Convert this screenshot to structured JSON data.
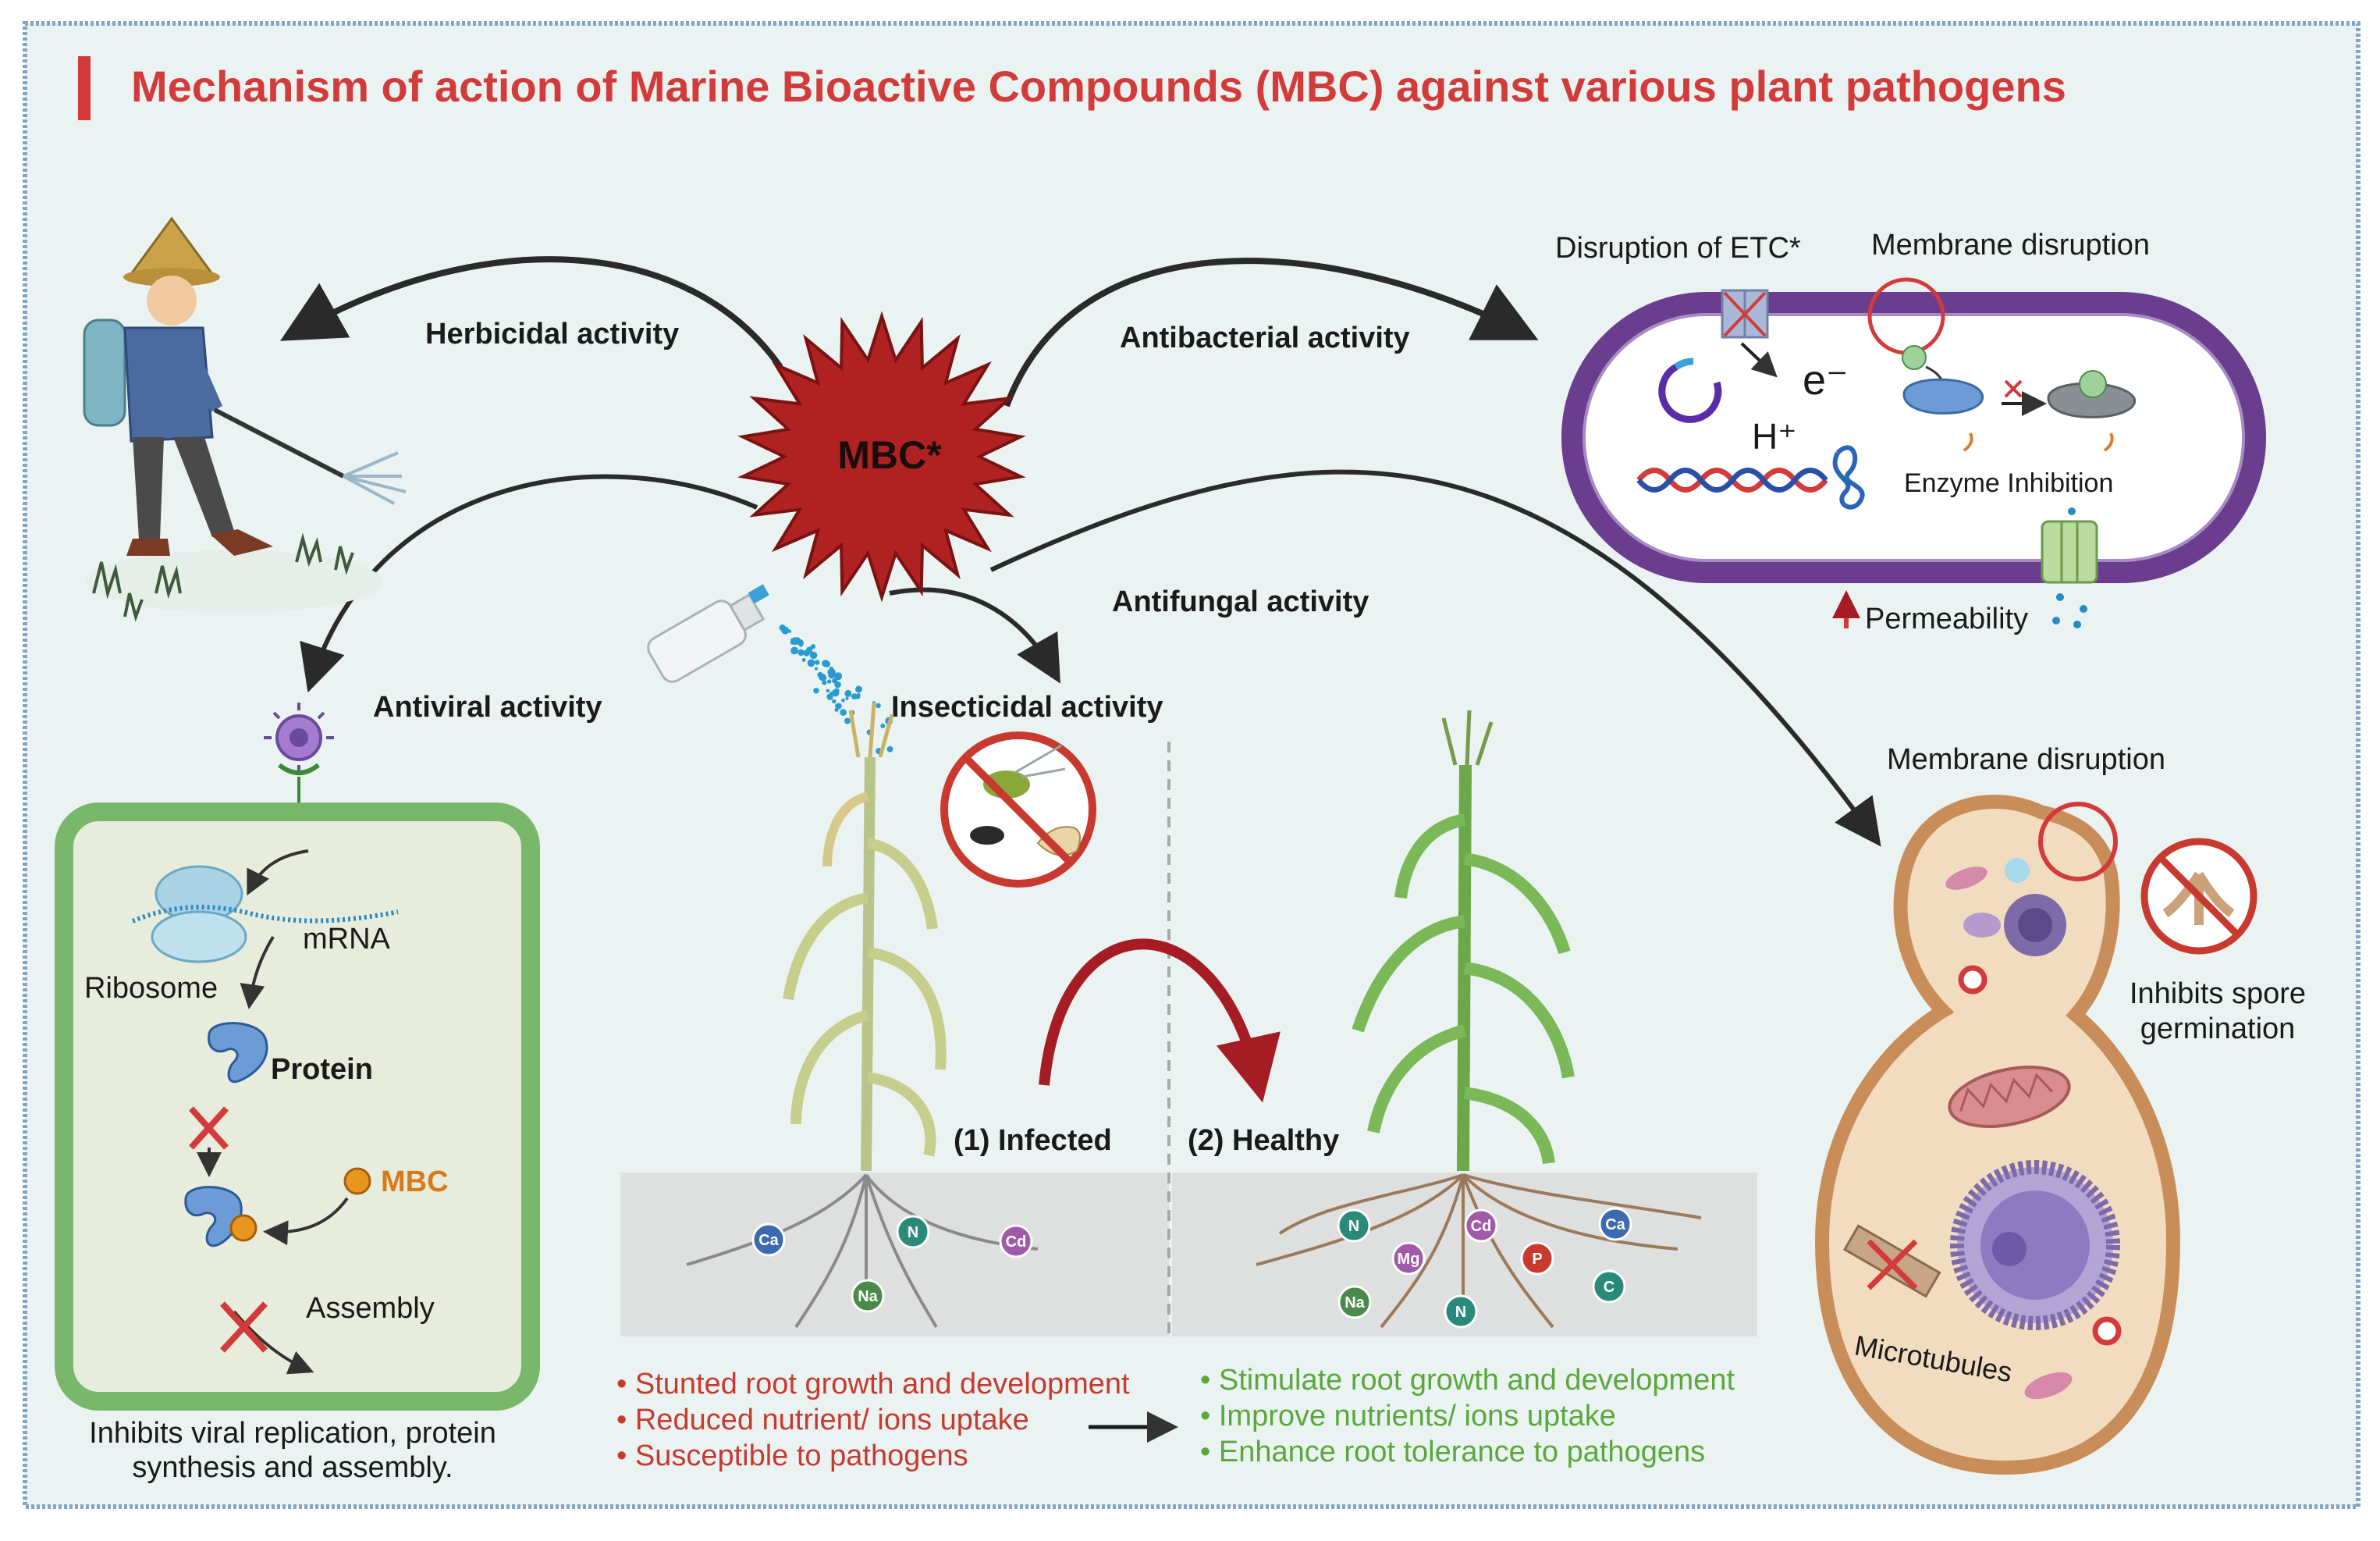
{
  "title": "Mechanism of action of Marine Bioactive Compounds (MBC) against various plant pathogens",
  "center": {
    "label": "MBC*"
  },
  "activities": {
    "herbicidal": "Herbicidal activity",
    "antibacterial": "Antibacterial activity",
    "antiviral": "Antiviral activity",
    "insecticidal": "Insecticidal activity",
    "antifungal": "Antifungal activity"
  },
  "bacteria": {
    "etc": "Disruption of ETC*",
    "membrane": "Membrane disruption",
    "electron": "e⁻",
    "proton": "H⁺",
    "enzyme": "Enzyme Inhibition",
    "permeability": "Permeability"
  },
  "viral": {
    "mrna": "mRNA",
    "ribosome": "Ribosome",
    "protein": "Protein",
    "mbc": "MBC",
    "assembly": "Assembly",
    "caption_line1": "Inhibits viral replication, protein",
    "caption_line2": "synthesis and assembly."
  },
  "plants": {
    "infected": "(1) Infected",
    "healthy": "(2) Healthy",
    "infected_bullets": [
      "Stunted root growth and development",
      "Reduced nutrient/ ions uptake",
      "Susceptible to pathogens"
    ],
    "healthy_bullets": [
      "Stimulate root growth and development",
      "Improve nutrients/ ions uptake",
      "Enhance root tolerance to pathogens"
    ],
    "infected_ions": [
      "Ca",
      "N",
      "Cd",
      "Na"
    ],
    "healthy_ions": [
      "N",
      "Cd",
      "Ca",
      "Mg",
      "P",
      "Na",
      "N",
      "C"
    ]
  },
  "fungal": {
    "membrane": "Membrane disruption",
    "spore_line1": "Inhibits spore",
    "spore_line2": "germination",
    "microtubules": "Microtubules"
  },
  "colors": {
    "title": "#d33a3a",
    "background": "#eaf3f1",
    "border": "#7fa6c4",
    "mbc_star": "#b02222",
    "bacterium_wall": "#6b3d8f",
    "viral_cell": "#79b86a",
    "infected_text": "#c8392f",
    "healthy_text": "#5aa83c",
    "fungus_fill": "#f2dcc0",
    "fungus_wall": "#c98d5a"
  },
  "icons": [
    "farmer-illustration",
    "spray-bottle-icon",
    "no-insects-icon",
    "no-spore-icon",
    "virus-icon"
  ]
}
